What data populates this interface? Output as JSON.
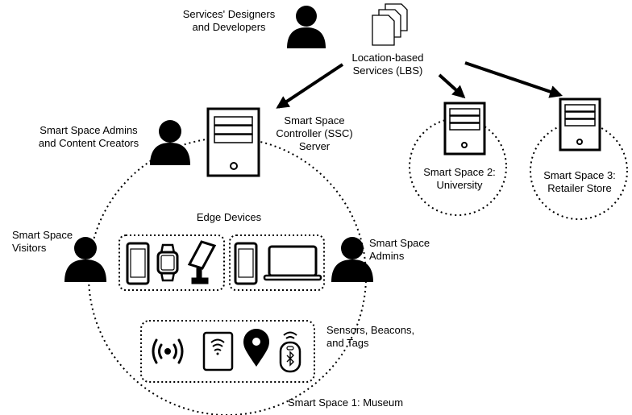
{
  "labels": {
    "designers": "Services' Designers\nand Developers",
    "lbs": "Location-based\nServices (LBS)",
    "admins_creators": "Smart Space Admins\nand Content Creators",
    "ssc": "Smart Space\nController (SSC)\nServer",
    "space2": "Smart Space 2:\nUniversity",
    "space3": "Smart Space 3:\nRetailer Store",
    "edge": "Edge Devices",
    "visitors": "Smart Space\nVisitors",
    "admins": "Smart Space\nAdmins",
    "sensors": "Sensors, Beacons,\nand Tags",
    "space1": "Smart Space 1: Museum"
  },
  "icons": {
    "person": "person-icon",
    "documents": "documents-icon",
    "server": "server-icon",
    "phone": "smartphone-icon",
    "watch": "smartwatch-icon",
    "kiosk": "kiosk-icon",
    "laptop": "laptop-icon",
    "beacon": "broadcast-icon",
    "wifi_card": "wifi-tag-icon",
    "pin": "location-pin-icon",
    "bluetooth": "bluetooth-tag-icon"
  }
}
